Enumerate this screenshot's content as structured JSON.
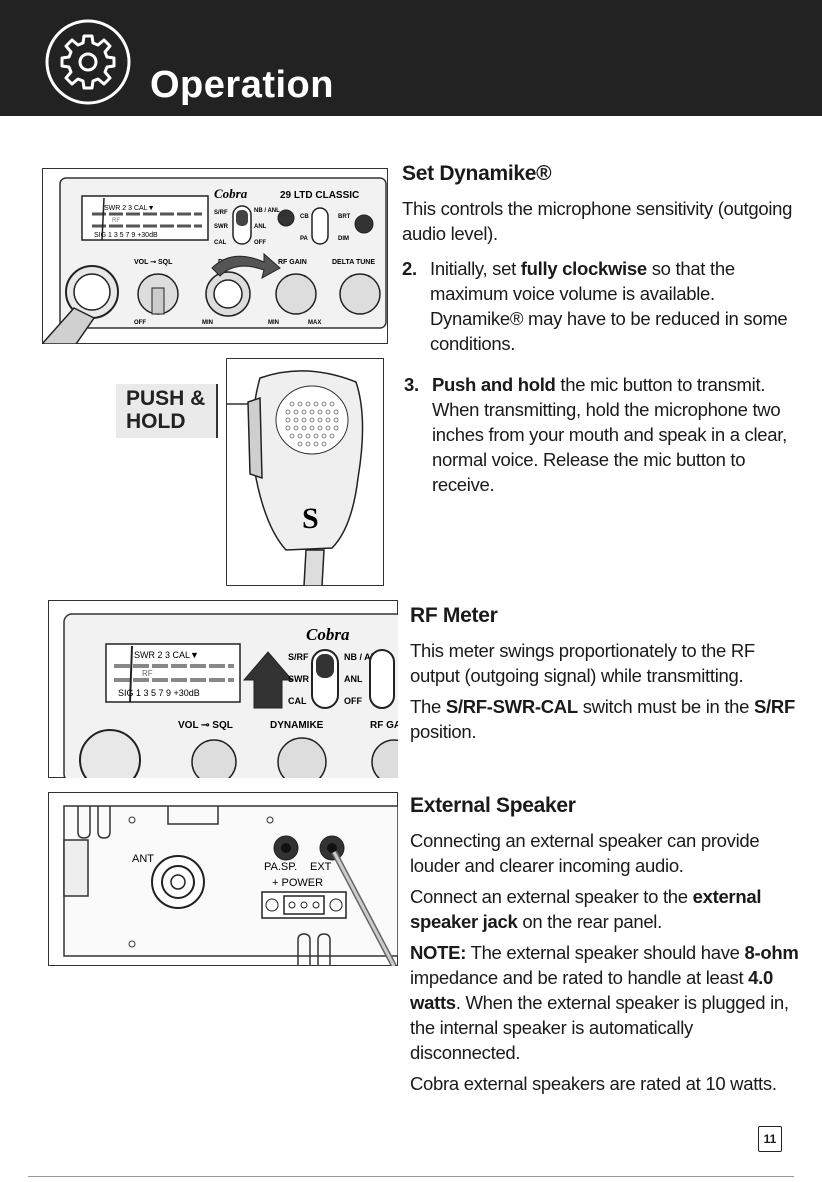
{
  "header": {
    "title": "Operation",
    "icon": "gear-icon"
  },
  "dynamike": {
    "heading": "Set Dynamike®",
    "intro": "This controls the microphone sensitivity (outgoing audio level).",
    "step2_num": "2.",
    "step2_a": "Initially, set ",
    "step2_b": "fully clockwise",
    "step2_c": " so that the maximum voice volume is available. Dynamike® may have to be reduced in some conditions.",
    "step3_num": "3.",
    "step3_b": "Push and hold",
    "step3_c": " the mic button to transmit. When transmitting, hold the microphone two inches from your mouth and speak in a clear, normal voice. Release the mic button to receive."
  },
  "radio_panel": {
    "brand": "Cobra",
    "model": "29 LTD CLASSIC",
    "meter_top": "SWR  2   3      CAL▼",
    "meter_rf": "RF",
    "meter_bottom": "SIG 1    3   5  7  9   +30dB",
    "switch1_top": "S/RF",
    "switch1_mid": "SWR",
    "switch1_bot": "CAL",
    "switch2_top": "NB / ANL",
    "switch2_mid": "ANL",
    "switch2_bot": "OFF",
    "switch3_top": "CB",
    "switch3_bot": "PA",
    "switch4_top": "BRT",
    "switch4_bot": "DIM",
    "knob1": "VOL ⊸ SQL",
    "knob2": "DYNAMIKE",
    "knob3": "RF GAIN",
    "knob4": "DELTA TUNE",
    "off": "OFF",
    "min1": "MIN",
    "min2": "MIN",
    "max": "MAX"
  },
  "mic": {
    "callout": "PUSH & HOLD",
    "callout_line1": "PUSH &",
    "callout_line2": "HOLD"
  },
  "rf_meter": {
    "heading": "RF Meter",
    "p1": "This meter swings proportionately to the RF output (outgoing signal) while transmitting.",
    "p2_a": "The ",
    "p2_b": "S/RF-SWR-CAL",
    "p2_c": " switch must be in the ",
    "p2_d": "S/RF",
    "p2_e": " position."
  },
  "rear_panel": {
    "ant": "ANT",
    "pasp": "PA.SP.",
    "ext": "EXT",
    "power": "+ POWER"
  },
  "ext_speaker": {
    "heading": "External Speaker",
    "p1": "Connecting an external speaker can provide louder and clearer incoming audio.",
    "p2_a": "Connect an external speaker to the ",
    "p2_b": "external speaker jack",
    "p2_c": " on the rear panel.",
    "p3_a": "NOTE:",
    "p3_b": " The external speaker should have ",
    "p3_c": "8-ohm",
    "p3_d": " impedance and be rated to handle at least ",
    "p3_e": "4.0 watts",
    "p3_f": ". When the external speaker is plugged in, the internal speaker is automatically disconnected.",
    "p4": "Cobra external speakers are rated at 10 watts."
  },
  "page_number": "11",
  "colors": {
    "header_bg": "#222222",
    "text": "#1a1a1a"
  }
}
